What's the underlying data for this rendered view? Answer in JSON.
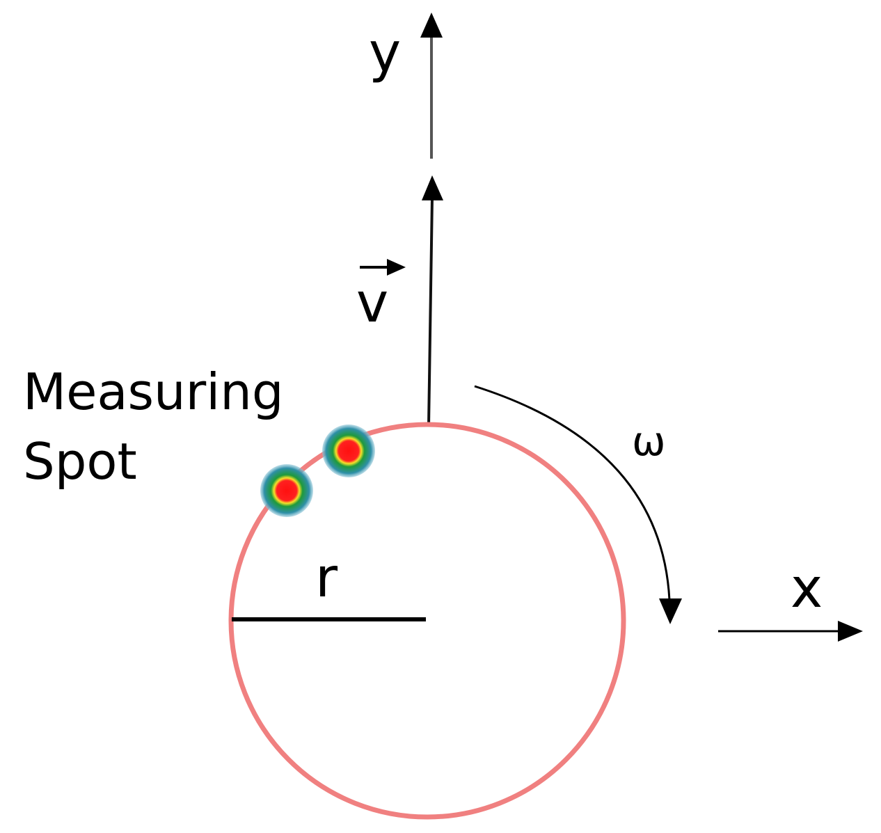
{
  "labels": {
    "y_axis": "y",
    "x_axis": "x",
    "velocity": "v",
    "angular_velocity": "ω",
    "radius": "r",
    "spot_line1": "Measuring",
    "spot_line2": "Spot"
  },
  "colors": {
    "circle": "#f08080",
    "ink": "#000000",
    "spot_core": "#ff1a1a",
    "spot_ring_inner": "#f5e22a",
    "spot_ring_mid": "#1f9a3a",
    "spot_ring_outer": "#2e8fa8"
  }
}
